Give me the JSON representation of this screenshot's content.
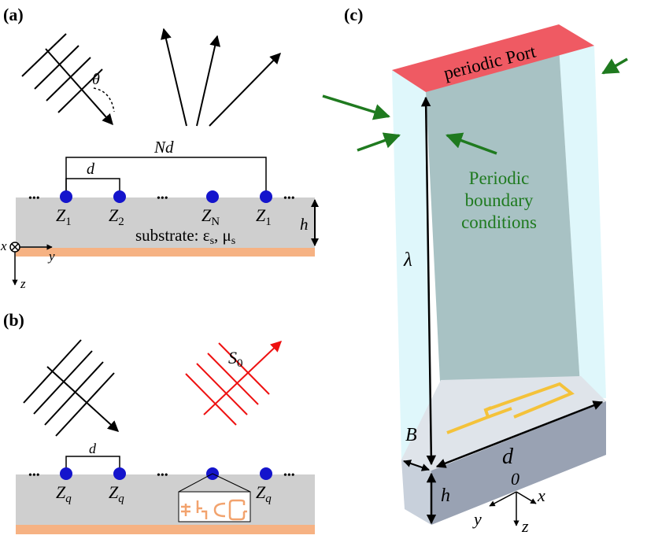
{
  "panel_a": {
    "label": "(a)",
    "theta": "θ",
    "Nd": "Nd",
    "d": "d",
    "Z1": "Z",
    "Z1_sub": "1",
    "Z2": "Z",
    "Z2_sub": "2",
    "ZN": "Z",
    "ZN_sub": "N",
    "Z1b": "Z",
    "Z1b_sub": "1",
    "h": "h",
    "substrate_prefix": "substrate: ε",
    "substrate_eps_sub": "s",
    "substrate_mid": ", μ",
    "substrate_mu_sub": "s",
    "axis_x": "x",
    "axis_y": "y",
    "axis_z": "z",
    "dots": "•••"
  },
  "panel_b": {
    "label": "(b)",
    "S0": "S",
    "S0_sub": "0",
    "d": "d",
    "Zq1": "Z",
    "Zq1_sub": "q",
    "Zq2": "Z",
    "Zq2_sub": "q",
    "Zq3": "Z",
    "Zq3_sub": "q",
    "dots": "•••"
  },
  "panel_c": {
    "label": "(c)",
    "port": "periodic Port",
    "pbc_line1": "Periodic",
    "pbc_line2": "boundary",
    "pbc_line3": "conditions",
    "lambda": "λ",
    "B": "B",
    "d": "d",
    "h": "h",
    "origin": "0",
    "axis_x": "x",
    "axis_y": "y",
    "axis_z": "z"
  },
  "colors": {
    "substrate": "#cfcfcf",
    "ground": "#f6b283",
    "dot": "#1414cc",
    "reflected": "#ee1111",
    "port": "#ef5a63",
    "vacuum": "#dff7fb",
    "back_wall": "#a8c2c4",
    "slab": "#99a2b3",
    "resonator": "#f4c23a",
    "pbc": "#1f7a1f",
    "element": "#f2a36e"
  }
}
